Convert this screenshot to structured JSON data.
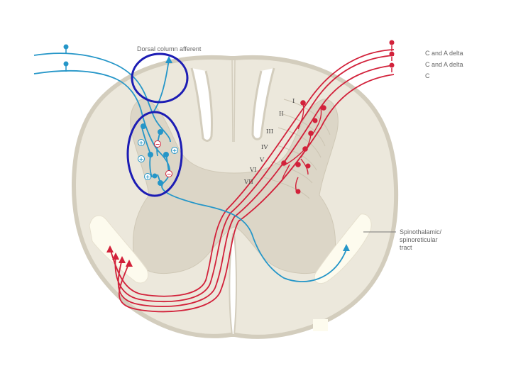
{
  "labels": {
    "dorsal": "Dorsal column afferent",
    "fiber1": "C and A delta",
    "fiber2": "C and A delta",
    "fiber3": "C",
    "tract_line1": "Spinothalamic/",
    "tract_line2": "spinoreticular",
    "tract_line3": "tract"
  },
  "laminae": [
    "I",
    "II",
    "III",
    "IV",
    "V",
    "VI",
    "VII"
  ],
  "interneuron_signs": [
    "+",
    "−",
    "+",
    "+",
    "+",
    "−"
  ],
  "colors": {
    "cord": "#ece8dc",
    "cord_outline": "#d3cdbd",
    "grey_matter": "#dcd6c7",
    "tract": "#fdfbee",
    "dorsal_afferent": "#2596c8",
    "nociceptive": "#d2213a",
    "highlight_circle": "#1c1cb4"
  }
}
